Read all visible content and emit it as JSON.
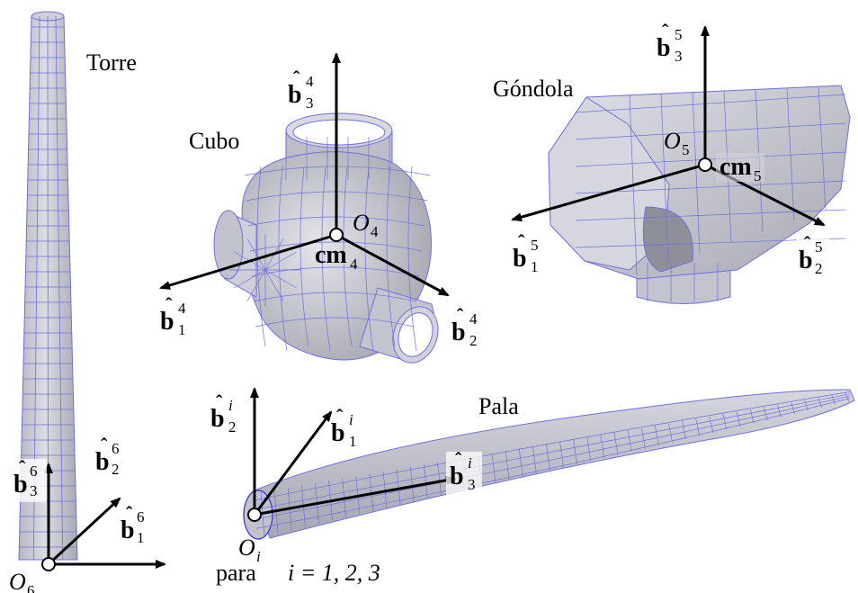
{
  "labels": {
    "torre": "Torre",
    "cubo": "Cubo",
    "gondola": "Góndola",
    "pala": "Pala",
    "para": "para",
    "iterator": "i = 1, 2, 3"
  },
  "vectors": {
    "b": "b",
    "hat": "ˆ",
    "cm": "cm",
    "O": "O"
  },
  "indices": {
    "tower": "6",
    "hub": "4",
    "nacelle": "5",
    "blade": "i",
    "one": "1",
    "two": "2",
    "three": "3"
  },
  "colors": {
    "mesh_fill": "#c9c9d2",
    "mesh_line": "#6f6fe0",
    "mesh_shade": "#a9a9b4",
    "axis": "#000000"
  }
}
